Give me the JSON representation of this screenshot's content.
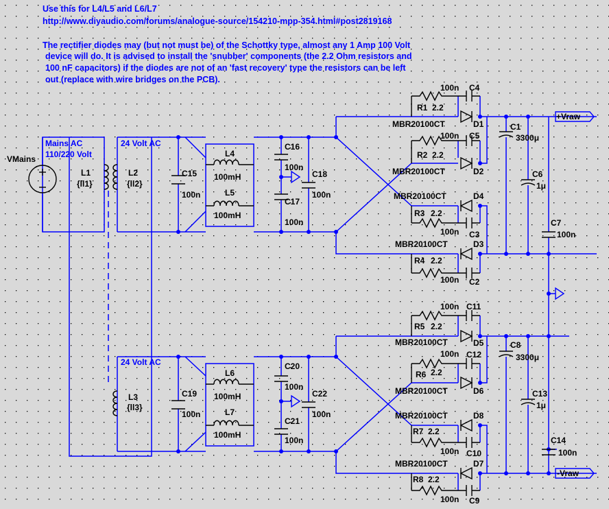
{
  "colors": {
    "background": "#d9d9d9",
    "wire": "#0000ff",
    "component": "#000000",
    "grid_dot": "#000000"
  },
  "notes": {
    "line1": "Use this for L4/L5 and L6/L7",
    "line2": "http://www.diyaudio.com/forums/analogue-source/154210-mpp-354.html#post2819168",
    "line3": "The rectifier diodes may (but not must be) of the Schottky type, almost any 1 Amp 100 Volt",
    "line4": "device will do. It is advised to install the 'snubber' components (the 2.2 Ohm resistors and",
    "line5": "100 nF capacitors) if the diodes are not of an 'fast recovery' type the resistors can be left",
    "line6": "out (replace with wire bridges on the PCB)."
  },
  "source": {
    "name": "VMains"
  },
  "transformer": {
    "primary_label_1": "Mains AC",
    "primary_label_2": "110/220 Volt",
    "L1": "L1",
    "L1_value": "{ll1}",
    "L2": "L2",
    "L2_value": "{ll2}",
    "L3": "L3",
    "L3_value": "{ll3}",
    "secondary_upper": "24 Volt AC",
    "secondary_lower": "24 Volt AC"
  },
  "filters": {
    "C15": "C15",
    "C15_value": "100n",
    "C19": "C19",
    "C19_value": "100n",
    "L4": "L4",
    "L4_value": "100mH",
    "L5": "L5",
    "L5_value": "100mH",
    "L6": "L6",
    "L6_value": "100mH",
    "L7": "L7",
    "L7_value": "100mH",
    "C16": "C16",
    "C16_value": "100n",
    "C17": "C17",
    "C17_value": "100n",
    "C18": "C18",
    "C18_value": "100n",
    "C20": "C20",
    "C20_value": "100n",
    "C21": "C21",
    "C21_value": "100n",
    "C22": "C22",
    "C22_value": "100n"
  },
  "rectifier": {
    "diode_model": "MBR20100CT",
    "D1": "D1",
    "D2": "D2",
    "D3": "D3",
    "D4": "D4",
    "D5": "D5",
    "D6": "D6",
    "D7": "D7",
    "D8": "D8",
    "R1": "R1",
    "R2": "R2",
    "R3": "R3",
    "R4": "R4",
    "R5": "R5",
    "R6": "R6",
    "R7": "R7",
    "R8": "R8",
    "R_value": "2.2",
    "C2": "C2",
    "C3": "C3",
    "C4": "C4",
    "C5": "C5",
    "C9": "C9",
    "C10": "C10",
    "C11": "C11",
    "C12": "C12",
    "snubber_C_value": "100n"
  },
  "output": {
    "C1": "C1",
    "C1_value": "3300μ",
    "C6": "C6",
    "C6_value": "1μ",
    "C7": "C7",
    "C7_value": "100n",
    "C8": "C8",
    "C8_value": "3300μ",
    "C13": "C13",
    "C13_value": "1μ",
    "C14": "C14",
    "C14_value": "100n",
    "pos_rail": "+Vraw",
    "neg_rail": "-Vraw"
  }
}
